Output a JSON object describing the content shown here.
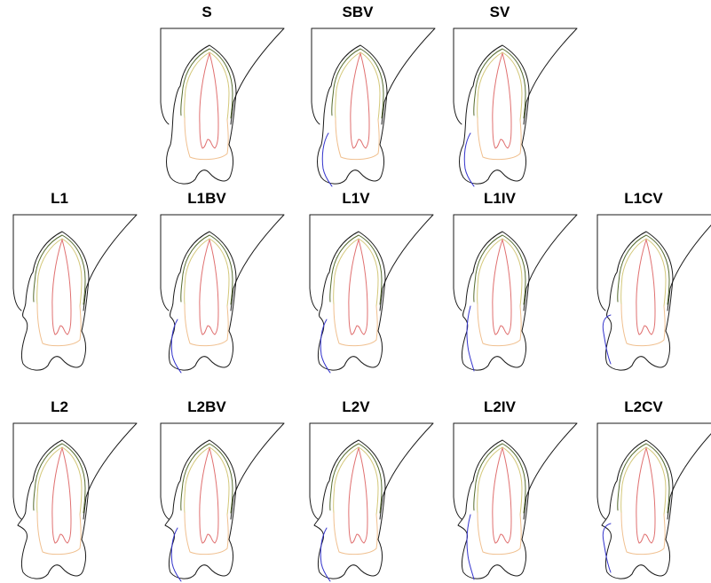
{
  "figure": {
    "colors": {
      "bone_outline": "#1a1a1a",
      "outer_layer": "#556b2f",
      "middle_layer": "#d4c87a",
      "inner_root": "#e07070",
      "periodontal_zone": "#f0c090",
      "defect": "#3333cc"
    },
    "panels": [
      {
        "label": "S",
        "variant": "S"
      },
      {
        "label": "SBV",
        "variant": "SBV"
      },
      {
        "label": "SV",
        "variant": "SV"
      },
      {
        "label": "L1",
        "variant": "L1"
      },
      {
        "label": "L1BV",
        "variant": "L1BV"
      },
      {
        "label": "L1V",
        "variant": "L1V"
      },
      {
        "label": "L1IV",
        "variant": "L1IV"
      },
      {
        "label": "L1CV",
        "variant": "L1CV"
      },
      {
        "label": "L2",
        "variant": "L2"
      },
      {
        "label": "L2BV",
        "variant": "L2BV"
      },
      {
        "label": "L2V",
        "variant": "L2V"
      },
      {
        "label": "L2IV",
        "variant": "L2IV"
      },
      {
        "label": "L2CV",
        "variant": "L2CV"
      }
    ]
  }
}
